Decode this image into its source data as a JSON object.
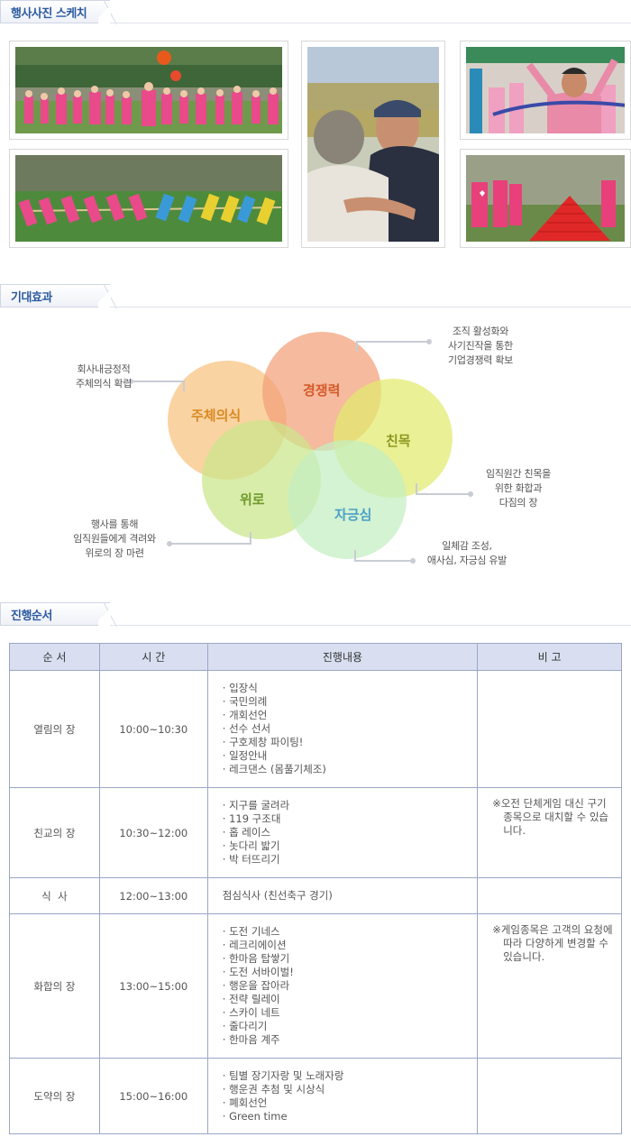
{
  "sections": {
    "photos_title": "행사사진 스케치",
    "effects_title": "기대효과",
    "schedule_title": "진행순서"
  },
  "venn": {
    "circles": [
      {
        "label": "주체의식",
        "color": "#f8c27e",
        "text_color": "#d98a23"
      },
      {
        "label": "경쟁력",
        "color": "#f3a078",
        "text_color": "#d45a2a"
      },
      {
        "label": "친목",
        "color": "#e2ea6e",
        "text_color": "#8b9a1f"
      },
      {
        "label": "위로",
        "color": "#cbe68a",
        "text_color": "#6f9a2a"
      },
      {
        "label": "자긍심",
        "color": "#c4eec0",
        "text_color": "#4aa0c8"
      }
    ],
    "callouts": [
      {
        "text": "회사내긍정적\n주체의식 확립"
      },
      {
        "text": "조직 활성화와\n사기진작을 통한\n기업경쟁력 확보"
      },
      {
        "text": "임직원간 친목을\n위한 화합과\n다짐의 장"
      },
      {
        "text": "행사를 통해\n임직원들에게 격려와\n위로의 장 마련"
      },
      {
        "text": "일체감 조성,\n애사심, 자긍심 유발"
      }
    ]
  },
  "schedule": {
    "headers": [
      "순 서",
      "시 간",
      "진행내용",
      "비 고"
    ],
    "rows": [
      {
        "order": "열림의 장",
        "time": "10:00~10:30",
        "items": [
          "입장식",
          "국민의례",
          "개회선언",
          "선수 선서",
          "구호제창 파이팅!",
          "일정안내",
          "레크댄스 (몸풀기체조)"
        ],
        "note": ""
      },
      {
        "order": "친교의 장",
        "time": "10:30~12:00",
        "items": [
          "지구를 굴려라",
          "119 구조대",
          "홉 레이스",
          "놋다리 밟기",
          "박 터뜨리기"
        ],
        "note": "※오전 단체게임 대신 구기종목으로 대치할 수 있습니다."
      },
      {
        "order": "식  사",
        "time": "12:00~13:00",
        "text": "점심식사 (친선축구 경기)",
        "note": ""
      },
      {
        "order": "화합의 장",
        "time": "13:00~15:00",
        "items": [
          "도전 기네스",
          "레크리에이션",
          "한마음 탑쌓기",
          "도전 서바이벌!",
          "행운을 잡아라",
          "전략 릴레이",
          "스카이 네트",
          "줄다리기",
          "한마음 계주"
        ],
        "note": "※게임종목은 고객의 요청에 따라 다양하게 변경할 수 있습니다."
      },
      {
        "order": "도약의 장",
        "time": "15:00~16:00",
        "items": [
          "팀별 장기자랑 및 노래자랑",
          "행운권 추첨 및 시상식",
          "폐회선언",
          "Green time"
        ],
        "note": ""
      }
    ]
  }
}
